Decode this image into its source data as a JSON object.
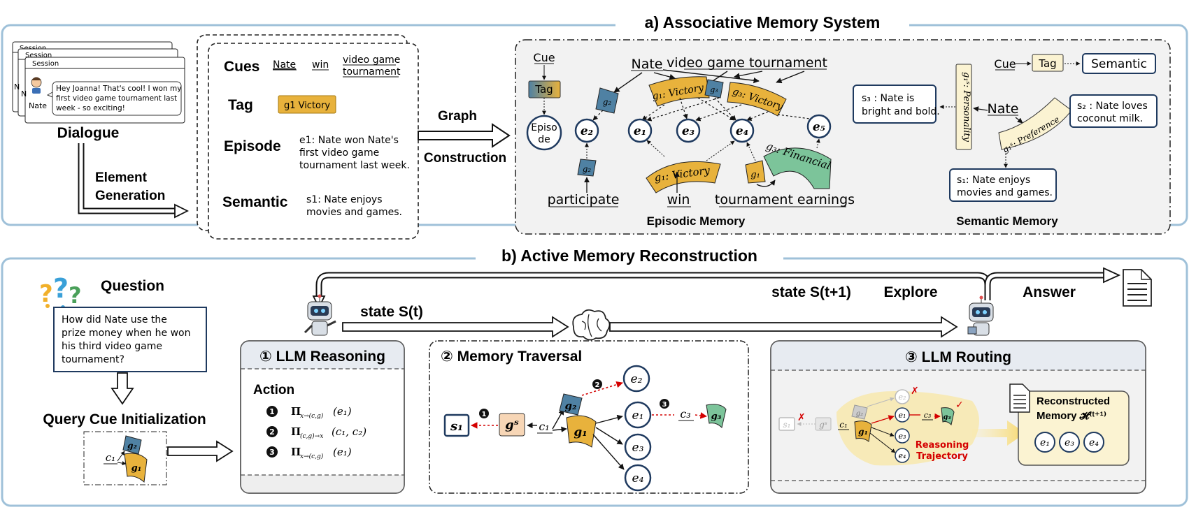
{
  "panel_a": {
    "title": "a) Associative Memory System",
    "session": {
      "tab_label": "Session",
      "speaker": "Nate",
      "bubble": [
        "Hey Joanna! That's cool! I won my",
        "first video game tournament last",
        "week - so exciting!"
      ],
      "n_fragment": "N"
    },
    "dialogue_label": "Dialogue",
    "element_generation": [
      "Element",
      "Generation"
    ],
    "elements": {
      "cues_label": "Cues",
      "cues": [
        "Nate",
        "win",
        "video game",
        "tournament"
      ],
      "tag_label": "Tag",
      "tag_value": "g1 Victory",
      "episode_label": "Episode",
      "episode_text": [
        "e1: Nate won Nate's",
        "first video game",
        "tournament last week."
      ],
      "semantic_label": "Semantic",
      "semantic_text": [
        "s1: Nate enjoys",
        "movies and games."
      ]
    },
    "graph_construction": [
      "Graph",
      "Construction"
    ],
    "episodic": {
      "legend": {
        "cue": "Cue",
        "tag": "Tag",
        "episode": [
          "Episo",
          "de"
        ]
      },
      "cue_nate": "Nate",
      "cue_vgt": "video game tournament",
      "cue_participate": "participate",
      "cue_win": "win",
      "cue_earnings": "tournament earnings",
      "tags": {
        "g1_victory": "g₁: Victory",
        "g3_victory": "g₃: Victory",
        "g1_victory_lower": "g₁: Victory",
        "g3_financial": "g₃: Financial",
        "g2": "g₂",
        "g3": "g₃",
        "g1": "g₁"
      },
      "episodes": [
        "e₂",
        "e₁",
        "e₃",
        "e₄",
        "e₅"
      ],
      "caption": "Episodic Memory"
    },
    "semantic": {
      "legend": {
        "cue": "Cue",
        "tag": "Tag",
        "semantic": "Semantic"
      },
      "personality": "g₁ˢ: Personality",
      "preference": "g₁ˢ: Preference",
      "nate": "Nate",
      "s3": [
        "s₃ : Nate is",
        "bright and bold."
      ],
      "s2": [
        "s₂ : Nate loves",
        "coconut milk."
      ],
      "s1": [
        "s₁: Nate enjoys",
        "movies and games."
      ],
      "caption": "Semantic Memory"
    }
  },
  "panel_b": {
    "title": "b) Active Memory Reconstruction",
    "question_label": "Question",
    "question_text": [
      "How did Nate use the",
      "prize money when he won",
      "his third video game",
      "tournament?"
    ],
    "query_init_label": "Query Cue Initialization",
    "query_cue": "c₁",
    "query_tags": [
      "g₂",
      "g₁"
    ],
    "state_t": "state S(t)",
    "state_t1": "state S(t+1)",
    "explore": "Explore",
    "answer": "Answer",
    "llm_reasoning": {
      "title": "① LLM Reasoning",
      "action_label": "Action",
      "actions": [
        {
          "num": "1",
          "text": "Π",
          "sub": "x→(c,g)",
          "arg": "(e₁)"
        },
        {
          "num": "2",
          "text": "Π",
          "sub": "(c,g)→x",
          "arg": "(c₁, c₂)"
        },
        {
          "num": "3",
          "text": "Π",
          "sub": "x→(c,g)",
          "arg": "(e₁)"
        }
      ]
    },
    "memory_traversal": {
      "title": "② Memory Traversal",
      "nodes": {
        "s1": "s₁",
        "gs": "gˢ",
        "c1": "c₁",
        "g2": "g₂",
        "g1": "g₁",
        "e2": "e₂",
        "e1": "e₁",
        "e3": "e₃",
        "e4": "e₄",
        "c3": "c₃",
        "g3": "g₃"
      },
      "steps": [
        "1",
        "2",
        "3"
      ]
    },
    "llm_routing": {
      "title": "③ LLM Routing",
      "reasoning_trajectory": [
        "Reasoning",
        "Trajectory"
      ],
      "reconstructed": [
        "Reconstructed",
        "Memory 𝓗⁽ᵗ⁺¹⁾"
      ],
      "recon_nodes": [
        "e₁",
        "e₃",
        "e₄"
      ],
      "mini": {
        "s1": "s₁",
        "gs": "gˢ",
        "c1": "c₁",
        "g2": "g₂",
        "g1": "g₁",
        "e2": "e₂",
        "e1": "e₁",
        "e3": "e₃",
        "e4": "e₄",
        "c3": "c₃",
        "g3": "g₃",
        "cross": "✗",
        "check": "✓"
      }
    }
  },
  "colors": {
    "frame_blue": "#9fc1d9",
    "panel_grey": "#f2f2f2",
    "tag_blue": "#4f81a3",
    "tag_orange": "#e8b23c",
    "tag_green": "#7cc49a",
    "tag_peach": "#f7d6b6",
    "semantic_tag": "#fbf3d2",
    "node_navy": "#1f3a5f",
    "red": "#d40000",
    "traj_yellow": "#f8e7a9"
  }
}
